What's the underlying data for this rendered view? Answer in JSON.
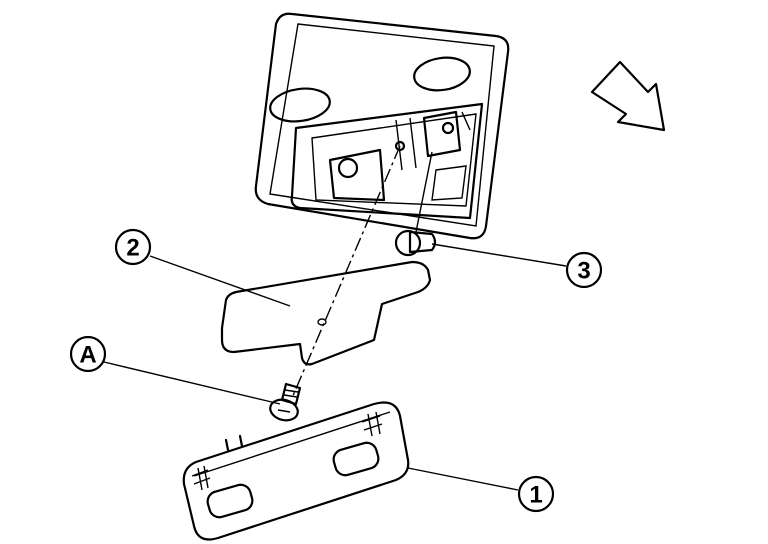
{
  "diagram": {
    "callouts": {
      "lens": "2",
      "bulb": "3",
      "screw": "A",
      "cover": "1"
    },
    "colors": {
      "line": "#000000",
      "background": "#ffffff"
    }
  }
}
